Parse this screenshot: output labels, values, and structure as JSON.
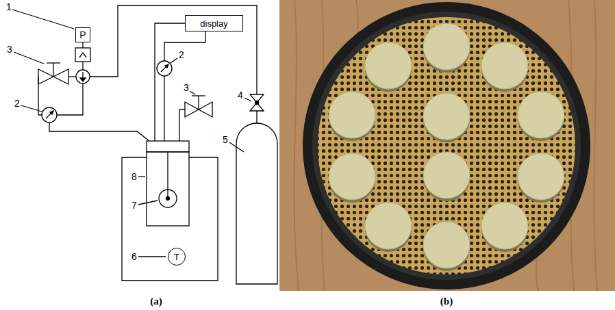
{
  "diagram": {
    "nodes": [
      {
        "text": [
          "P"
        ]
      },
      {
        "text": [
          "display"
        ]
      },
      {
        "text": [
          "T"
        ]
      }
    ],
    "labels": [
      "1",
      "3",
      "2",
      "2",
      "3",
      "4",
      "8",
      "5",
      "7",
      "6",
      "(a)",
      "(b)"
    ]
  }
}
